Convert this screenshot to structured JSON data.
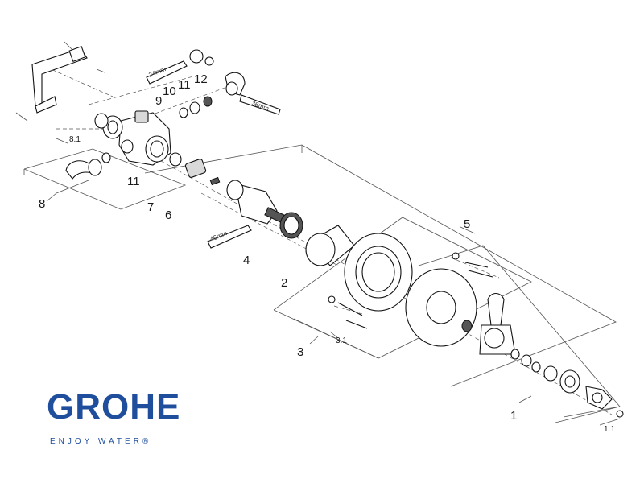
{
  "brand": {
    "logo_word": "GROHE",
    "tagline": "ENJOY WATER®",
    "color": "#1f4e9c"
  },
  "wrenches": [
    "24mm",
    "36mm",
    "46mm"
  ],
  "labels": {
    "p1": "1",
    "p1_1": "1.1",
    "p2": "2",
    "p3": "3",
    "p3_1": "3.1",
    "p4": "4",
    "p5": "5",
    "p6": "6",
    "p7": "7",
    "p8": "8",
    "p8_1": "8.1",
    "p9": "9",
    "p10": "10",
    "p11a": "11",
    "p12": "12",
    "p11b": "11"
  }
}
